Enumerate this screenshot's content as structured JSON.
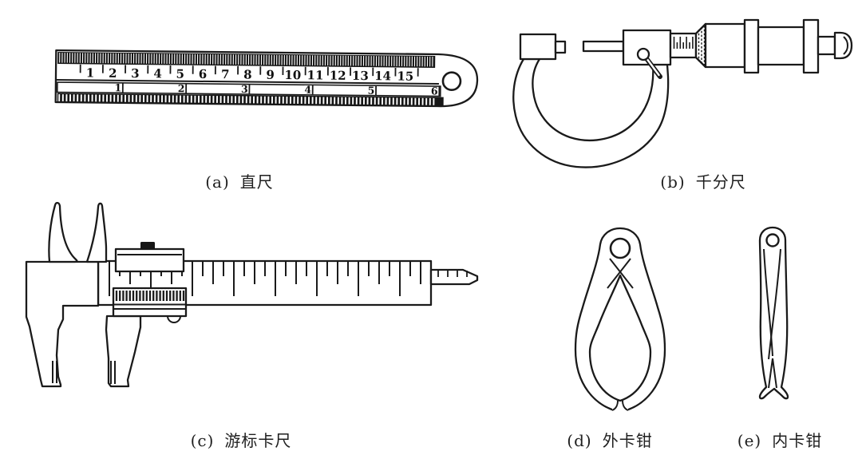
{
  "colors": {
    "background": "#ffffff",
    "ink": "#1a1a1a",
    "tick_white": "#ffffff"
  },
  "labels": {
    "a": {
      "index": "(a)",
      "name": "直尺"
    },
    "b": {
      "index": "(b)",
      "name": "千分尺"
    },
    "c": {
      "index": "(c)",
      "name": "游标卡尺"
    },
    "d": {
      "index": "(d)",
      "name": "外卡钳"
    },
    "e": {
      "index": "(e)",
      "name": "内卡钳"
    }
  },
  "ruler": {
    "cm_scale": [
      "1",
      "2",
      "3",
      "4",
      "5",
      "6",
      "7",
      "8",
      "9",
      "10",
      "11",
      "12",
      "13",
      "14",
      "15"
    ],
    "inch_scale": [
      "1",
      "2",
      "3",
      "4",
      "5",
      "6"
    ]
  }
}
